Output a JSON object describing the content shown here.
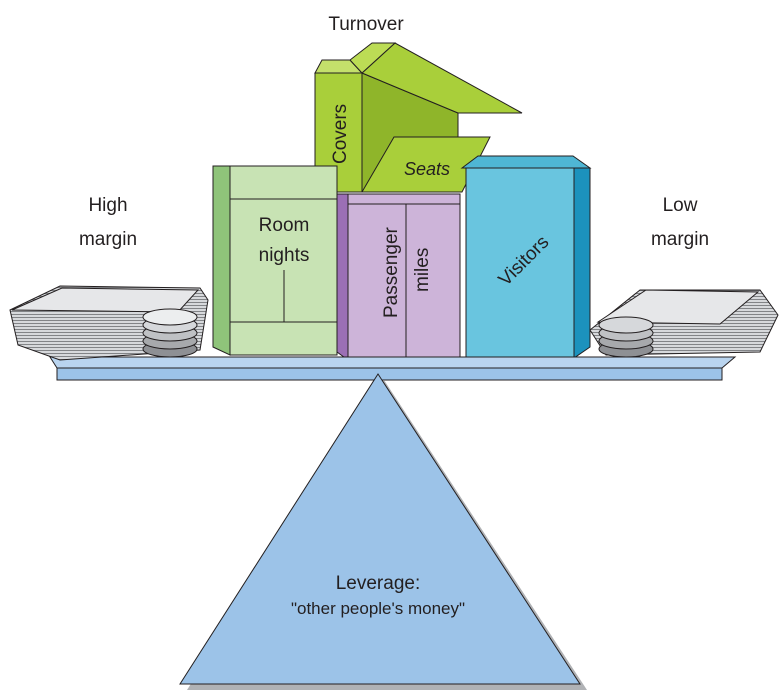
{
  "labels": {
    "top": "Turnover",
    "left_line1": "High",
    "left_line2": "margin",
    "right_line1": "Low",
    "right_line2": "margin",
    "room_line1": "Room",
    "room_line2": "nights",
    "covers": "Covers",
    "seats": "Seats",
    "passenger_line1": "Passenger",
    "passenger_line2": "miles",
    "visitors": "Visitors",
    "fulcrum_line1": "Leverage:",
    "fulcrum_line2": "\"other people's money\""
  },
  "colors": {
    "green_light": "#c8e3b4",
    "green_lime": "#a9cf3a",
    "lavender": "#cdb4d9",
    "cyan": "#69c5df",
    "beam": "#9cc3e8",
    "fulcrum": "#9cc3e8",
    "money": "#c9cbcf",
    "outline": "#231f20"
  }
}
